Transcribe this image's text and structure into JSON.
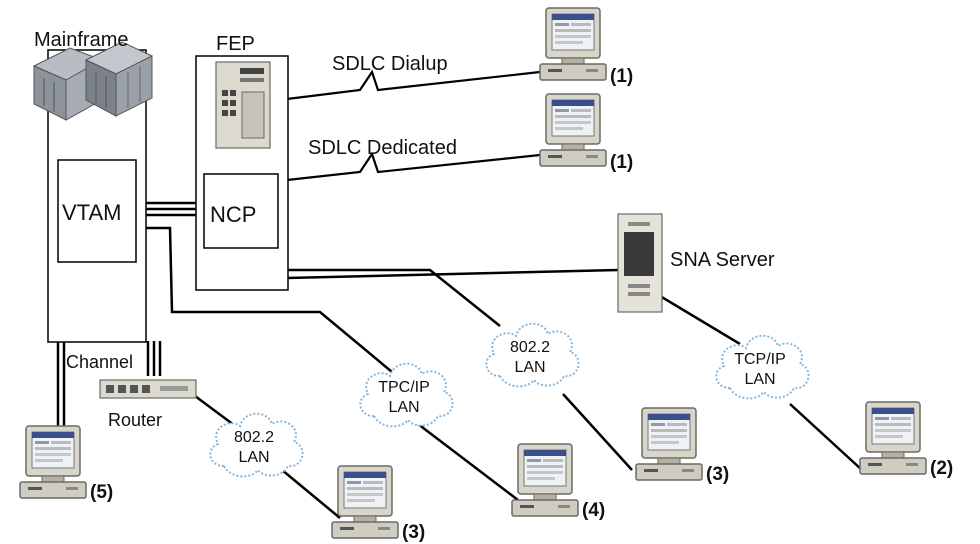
{
  "labels": {
    "mainframe": "Mainframe",
    "fep": "FEP",
    "vtam": "VTAM",
    "ncp": "NCP",
    "channel": "Channel",
    "router": "Router",
    "sna_server": "SNA Server",
    "sdlc_dialup": "SDLC Dialup",
    "sdlc_dedicated": "SDLC Dedicated"
  },
  "clouds": {
    "lan_8022_router": [
      "802.2",
      "LAN"
    ],
    "lan_tpcip": [
      "TPC/IP",
      "LAN"
    ],
    "lan_8022_fep": [
      "802.2",
      "LAN"
    ],
    "lan_tcpip_sna": [
      "TCP/IP",
      "LAN"
    ]
  },
  "terminals": {
    "dialup": "(1)",
    "dedicated": "(1)",
    "channel": "(5)",
    "router_lan": "(3)",
    "tpcip_lan": "(4)",
    "fep_lan": "(3)",
    "sna_lan": "(2)"
  }
}
